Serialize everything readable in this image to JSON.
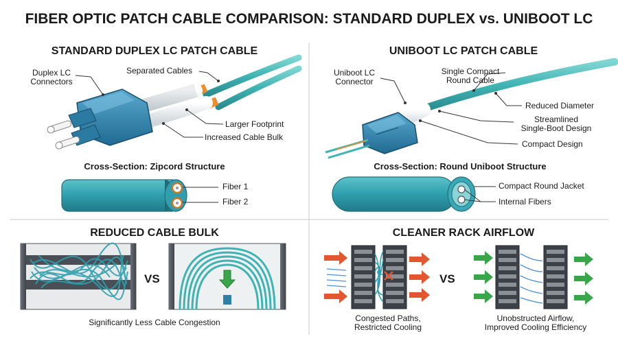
{
  "title": "FIBER OPTIC PATCH CABLE COMPARISON: STANDARD DUPLEX vs. UNIBOOT LC",
  "standard": {
    "heading": "STANDARD DUPLEX LC PATCH CABLE",
    "labels": {
      "connectors": "Duplex LC\nConnectors",
      "separated": "Separated Cables",
      "footprint": "Larger Footprint",
      "bulk": "Increased Cable Bulk"
    },
    "cross_section": {
      "title": "Cross-Section: Zipcord Structure",
      "fiber1": "Fiber 1",
      "fiber2": "Fiber 2"
    }
  },
  "uniboot": {
    "heading": "UNIBOOT LC PATCH CABLE",
    "labels": {
      "connector": "Uniboot LC\nConnector",
      "single": "Single Compact\nRound Cable",
      "diameter": "Reduced Diameter",
      "streamlined": "Streamlined\nSingle-Boot Design",
      "compact": "Compact Design"
    },
    "cross_section": {
      "title": "Cross-Section: Round Uniboot Structure",
      "jacket": "Compact Round Jacket",
      "fibers": "Internal Fibers"
    }
  },
  "bulk": {
    "heading": "REDUCED CABLE BULK",
    "vs": "VS",
    "caption": "Significantly Less Cable Congestion"
  },
  "airflow": {
    "heading": "CLEANER RACK AIRFLOW",
    "vs": "VS",
    "left_caption": "Congested Paths,\nRestricted Cooling",
    "right_caption": "Unobstructed Airflow,\nImproved Cooling Efficiency"
  },
  "colors": {
    "aqua": "#3fb3b3",
    "connector_blue": "#2f7fa8",
    "boot_orange": "#f08c2a",
    "arrow_red": "#e2572f",
    "arrow_green": "#3aa64a",
    "airflow_blue": "#4a90d6"
  }
}
